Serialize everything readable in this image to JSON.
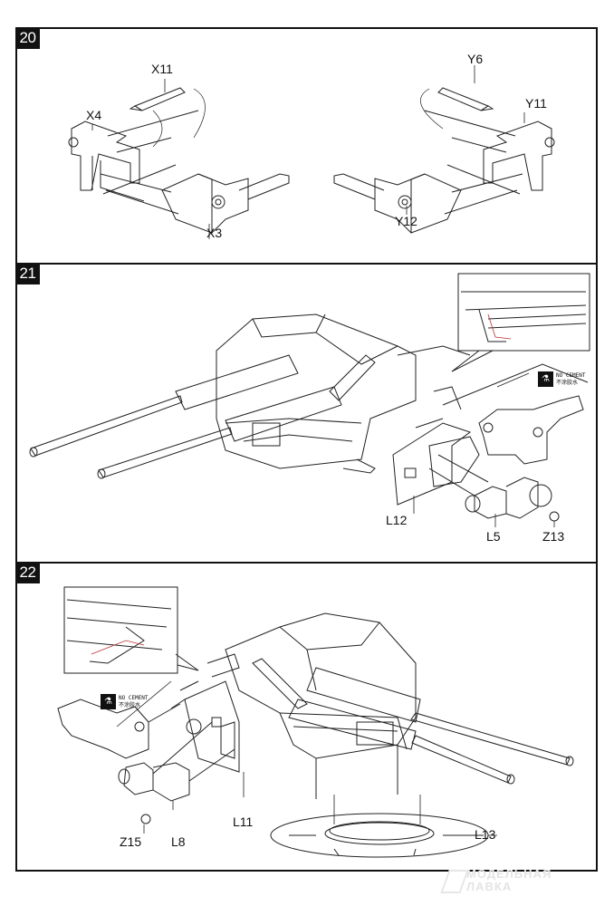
{
  "steps": [
    {
      "number": "20",
      "labels": [
        "X11",
        "X4",
        "X3",
        "Y6",
        "Y11",
        "Y12"
      ]
    },
    {
      "number": "21",
      "labels": [
        "L12",
        "L5",
        "Z13"
      ],
      "note": {
        "icon": "no-glue-icon",
        "line1": "NO CEMENT",
        "line2": "不涂胶水"
      }
    },
    {
      "number": "22",
      "labels": [
        "Z15",
        "L8",
        "L11",
        "L13"
      ],
      "note": {
        "icon": "no-glue-icon",
        "line1": "NO CEMENT",
        "line2": "不涂胶水"
      }
    }
  ],
  "watermark": {
    "line1": "МОДЕЛЬНАЯ",
    "line2": "ЛАВКА"
  }
}
